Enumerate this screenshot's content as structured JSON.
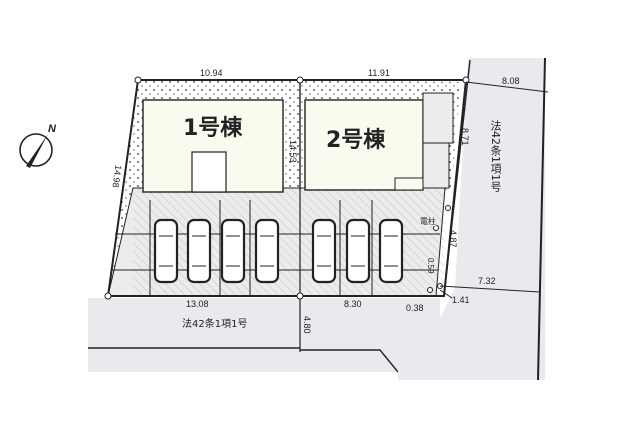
{
  "buildings": [
    {
      "label": "1号棟"
    },
    {
      "label": "2号棟"
    }
  ],
  "roads": {
    "south": "法42条1項1号",
    "east": "法42条1項1号"
  },
  "dimensions": {
    "top_left": "10.94",
    "top_right": "11.91",
    "top_east": "8.08",
    "left_side": "14.98",
    "middle_divider": "14.53",
    "east_upper": "8.71",
    "east_lower": "4.87",
    "east_small": "0.59",
    "east_road_bottom": "7.32",
    "corner_a": "1.41",
    "corner_b": "0.38",
    "bottom_left": "13.08",
    "bottom_right": "8.30",
    "road_width": "4.80"
  },
  "annotations": {
    "utility_pole": "電柱",
    "north_mark": "N"
  },
  "parking": {
    "car_count": 7
  },
  "colors": {
    "building_fill": "#fbfaee",
    "road_fill": "#e9e9ee",
    "parking_fill": "#ececec",
    "line": "#222222"
  }
}
